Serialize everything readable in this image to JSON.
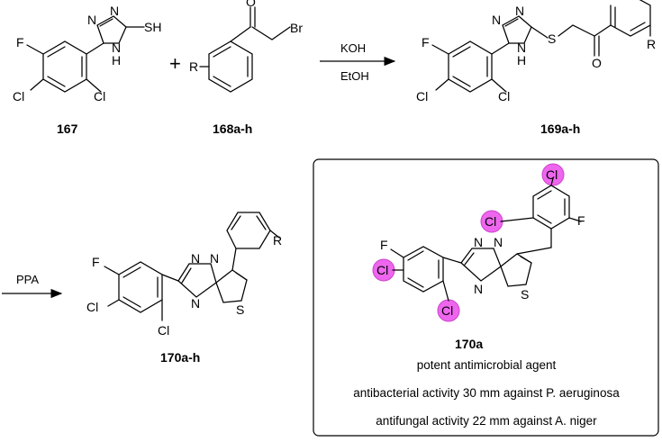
{
  "reaction1": {
    "reagent1": {
      "id": "167",
      "F": "F",
      "Cl1": "Cl",
      "Cl2": "Cl",
      "N1": "N",
      "N2": "N",
      "NH": "N",
      "H": "H",
      "SH": "SH"
    },
    "plus": "+",
    "reagent2": {
      "id": "168a-h",
      "O": "O",
      "Br": "Br",
      "R": "R"
    },
    "conditions": {
      "above": "KOH",
      "below": "EtOH"
    },
    "product": {
      "id": "169a-h",
      "F": "F",
      "Cl1": "Cl",
      "Cl2": "Cl",
      "N1": "N",
      "N2": "N",
      "NH": "N",
      "H": "H",
      "S": "S",
      "O": "O",
      "R": "R"
    }
  },
  "reaction2": {
    "conditions": {
      "above": "PPA"
    },
    "product": {
      "id": "170a-h",
      "F": "F",
      "Cl1": "Cl",
      "Cl2": "Cl",
      "N1": "N",
      "N2": "N",
      "N3": "N",
      "S": "S",
      "R": "R"
    }
  },
  "highlight_box": {
    "compound": {
      "id": "170a",
      "F1": "F",
      "F2": "F",
      "Cl1": "Cl",
      "Cl2": "Cl",
      "Cl3": "Cl",
      "Cl4": "Cl",
      "N1": "N",
      "N2": "N",
      "N3": "N",
      "S": "S"
    },
    "line1": "potent antimicrobial agent",
    "line2_prefix": "antibacterial activity 30 mm against ",
    "line2_organism": "P. aeruginosa",
    "line3_prefix": "antifungal activity 22 mm against ",
    "line3_organism": "A. niger"
  },
  "colors": {
    "highlight": "#ee66ee"
  }
}
